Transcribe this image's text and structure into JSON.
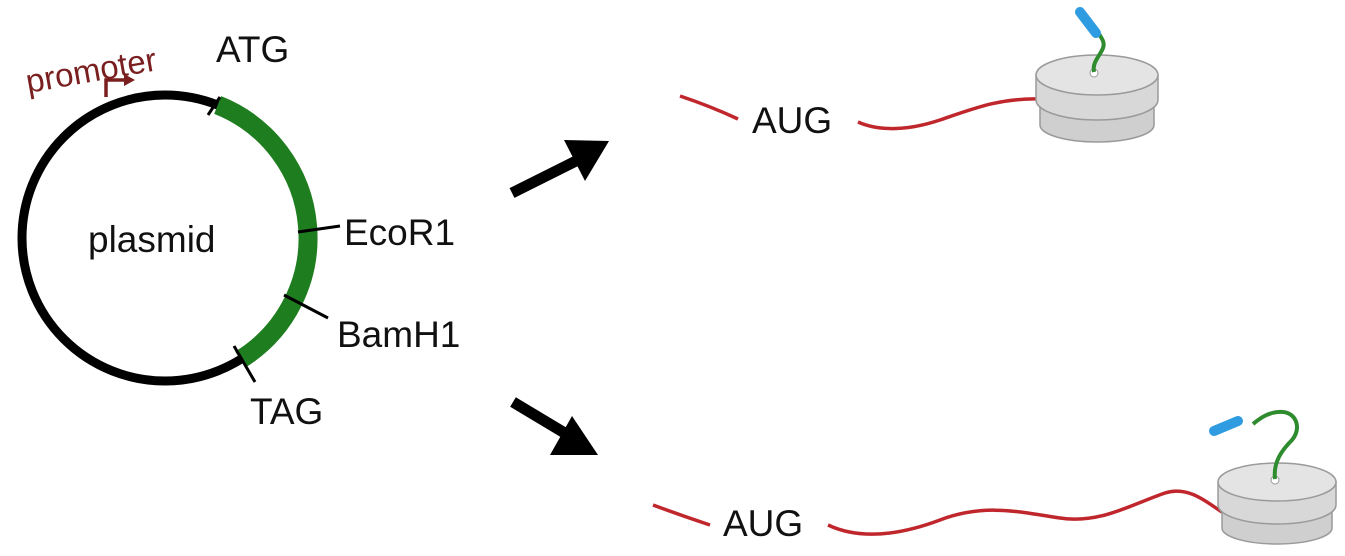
{
  "plasmid": {
    "center_label": "plasmid",
    "promoter_label": "promoter",
    "start_codon_label": "ATG",
    "stop_codon_label": "TAG",
    "site_1_label": "EcoR1",
    "site_2_label": "BamH1"
  },
  "mrna_top": {
    "start_codon_label": "AUG"
  },
  "mrna_bottom": {
    "start_codon_label": "AUG"
  },
  "colors": {
    "plasmid_backbone": "#000000",
    "gene_insert": "#1e7d1e",
    "promoter": "#7a1f1f",
    "mrna": "#c0272d",
    "ribosome": "#d3d3d3",
    "peptide": "#2e8b2e",
    "peptide_tag": "#2f9be0",
    "arrow": "#000000"
  }
}
